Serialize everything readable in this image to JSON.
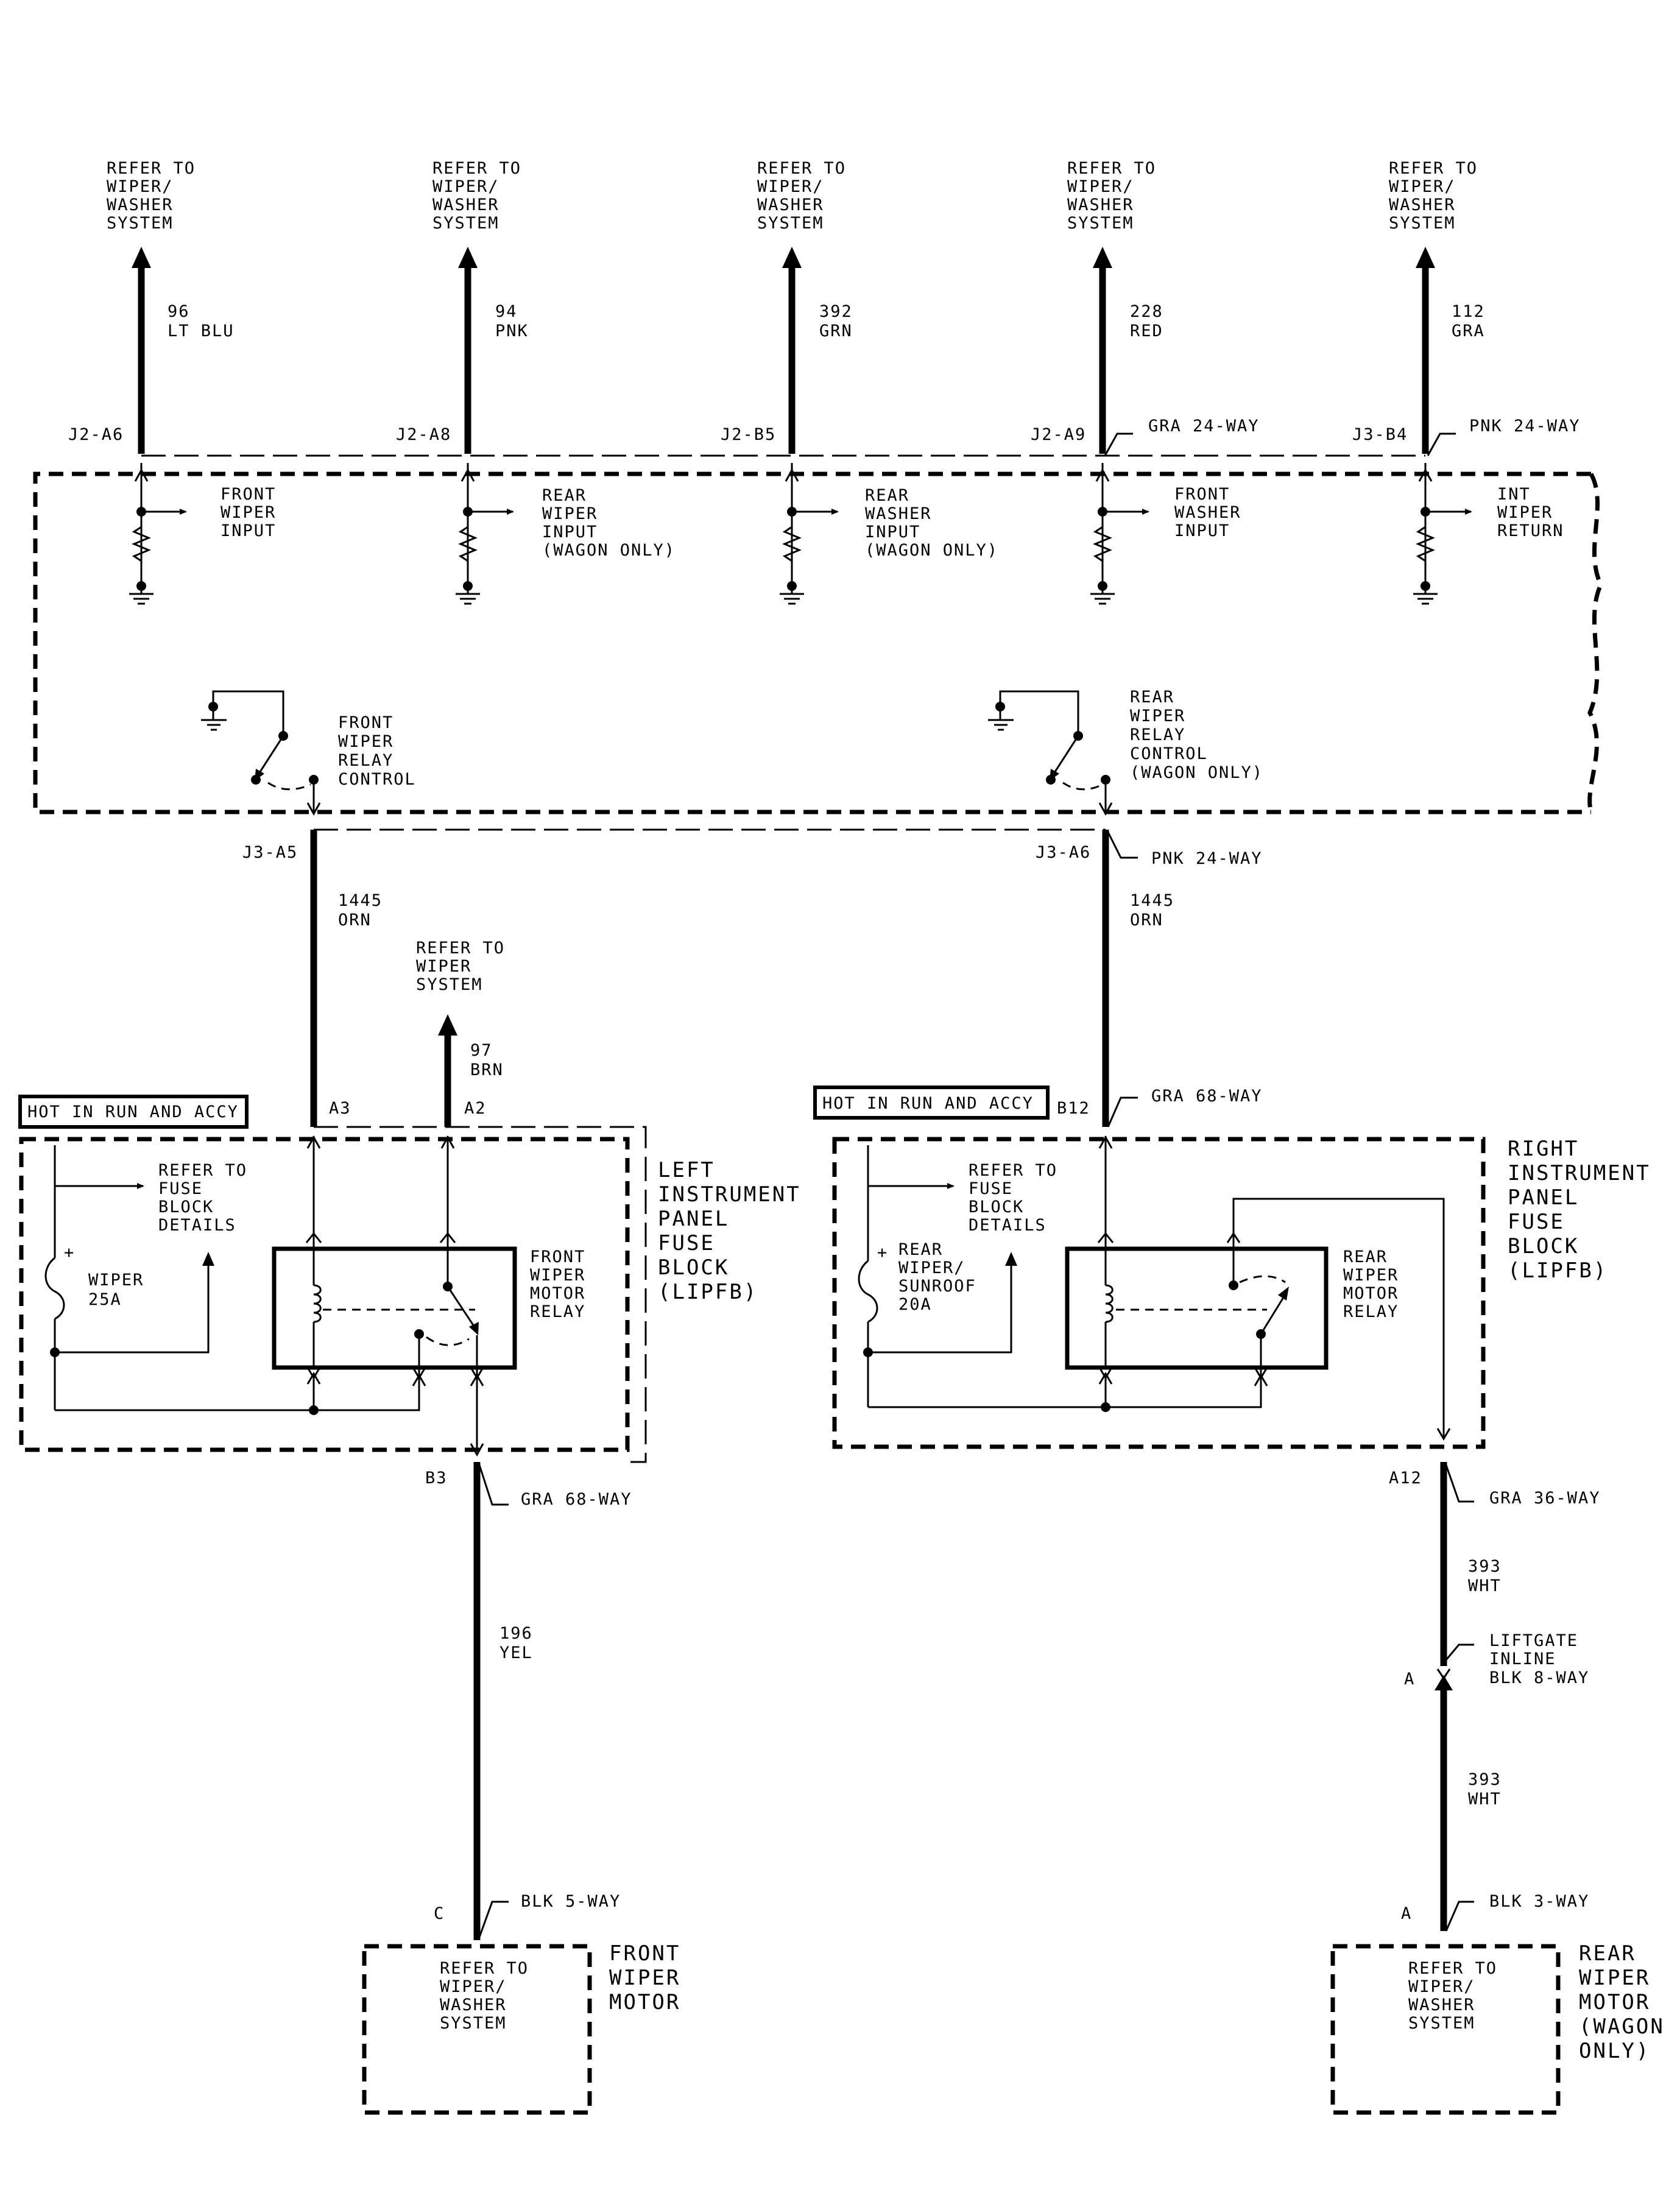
{
  "top_connections": [
    {
      "refer": [
        "REFER TO",
        "WIPER/",
        "WASHER",
        "SYSTEM"
      ],
      "circuit": "96",
      "color": "LT BLU",
      "terminal": "J2-A6",
      "connector": "",
      "input": [
        "FRONT",
        "WIPER",
        "INPUT"
      ]
    },
    {
      "refer": [
        "REFER TO",
        "WIPER/",
        "WASHER",
        "SYSTEM"
      ],
      "circuit": "94",
      "color": "PNK",
      "terminal": "J2-A8",
      "connector": "",
      "input": [
        "REAR",
        "WIPER",
        "INPUT",
        "(WAGON ONLY)"
      ]
    },
    {
      "refer": [
        "REFER TO",
        "WIPER/",
        "WASHER",
        "SYSTEM"
      ],
      "circuit": "392",
      "color": "GRN",
      "terminal": "J2-B5",
      "connector": "",
      "input": [
        "REAR",
        "WASHER",
        "INPUT",
        "(WAGON ONLY)"
      ]
    },
    {
      "refer": [
        "REFER TO",
        "WIPER/",
        "WASHER",
        "SYSTEM"
      ],
      "circuit": "228",
      "color": "RED",
      "terminal": "J2-A9",
      "connector": "GRA 24-WAY",
      "input": [
        "FRONT",
        "WASHER",
        "INPUT"
      ]
    },
    {
      "refer": [
        "REFER TO",
        "WIPER/",
        "WASHER",
        "SYSTEM"
      ],
      "circuit": "112",
      "color": "GRA",
      "terminal": "J3-B4",
      "connector": "PNK 24-WAY",
      "input": [
        "INT",
        "WIPER",
        "RETURN"
      ]
    }
  ],
  "relay_controls": {
    "front": [
      "FRONT",
      "WIPER",
      "RELAY",
      "CONTROL"
    ],
    "rear": [
      "REAR",
      "WIPER",
      "RELAY",
      "CONTROL",
      "(WAGON ONLY)"
    ]
  },
  "left_branch": {
    "terminal": "J3-A5",
    "circuit": "1445",
    "color": "ORN",
    "refer": [
      "REFER TO",
      "WIPER",
      "SYSTEM"
    ],
    "circuit2": "97",
    "color2": "BRN",
    "hot_label": "HOT IN RUN AND ACCY",
    "pin_a3": "A3",
    "pin_a2": "A2",
    "block_name": [
      "LEFT",
      "INSTRUMENT",
      "PANEL",
      "FUSE",
      "BLOCK",
      "(LIPFB)"
    ],
    "fuse_refer": [
      "REFER TO",
      "FUSE",
      "BLOCK",
      "DETAILS"
    ],
    "fuse_plus": "+",
    "fuse_name": [
      "WIPER",
      "25A"
    ],
    "relay_name": [
      "FRONT",
      "WIPER",
      "MOTOR",
      "RELAY"
    ],
    "out_pin": "B3",
    "out_connector": "GRA 68-WAY",
    "out_circuit": "196",
    "out_color": "YEL",
    "motor_pin": "C",
    "motor_connector": "BLK 5-WAY",
    "motor_refer": [
      "REFER TO",
      "WIPER/",
      "WASHER",
      "SYSTEM"
    ],
    "motor_name": [
      "FRONT",
      "WIPER",
      "MOTOR"
    ]
  },
  "right_branch": {
    "terminal": "J3-A6",
    "connector": "PNK 24-WAY",
    "circuit": "1445",
    "color": "ORN",
    "hot_label": "HOT IN RUN AND ACCY",
    "pin_b12": "B12",
    "in_connector": "GRA 68-WAY",
    "block_name": [
      "RIGHT",
      "INSTRUMENT",
      "PANEL",
      "FUSE",
      "BLOCK",
      "(LIPFB)"
    ],
    "fuse_refer": [
      "REFER TO",
      "FUSE",
      "BLOCK",
      "DETAILS"
    ],
    "fuse_plus": "+",
    "fuse_name": [
      "REAR",
      "WIPER/",
      "SUNROOF",
      "20A"
    ],
    "relay_name": [
      "REAR",
      "WIPER",
      "MOTOR",
      "RELAY"
    ],
    "out_pin": "A12",
    "out_connector": "GRA 36-WAY",
    "out_circuit": "393",
    "out_color": "WHT",
    "inline_pin": "A",
    "inline_name": [
      "LIFTGATE",
      "INLINE",
      "BLK 8-WAY"
    ],
    "out_circuit2": "393",
    "out_color2": "WHT",
    "motor_pin": "A",
    "motor_connector": "BLK 3-WAY",
    "motor_refer": [
      "REFER TO",
      "WIPER/",
      "WASHER",
      "SYSTEM"
    ],
    "motor_name": [
      "REAR",
      "WIPER",
      "MOTOR",
      "(WAGON",
      "ONLY)"
    ]
  }
}
